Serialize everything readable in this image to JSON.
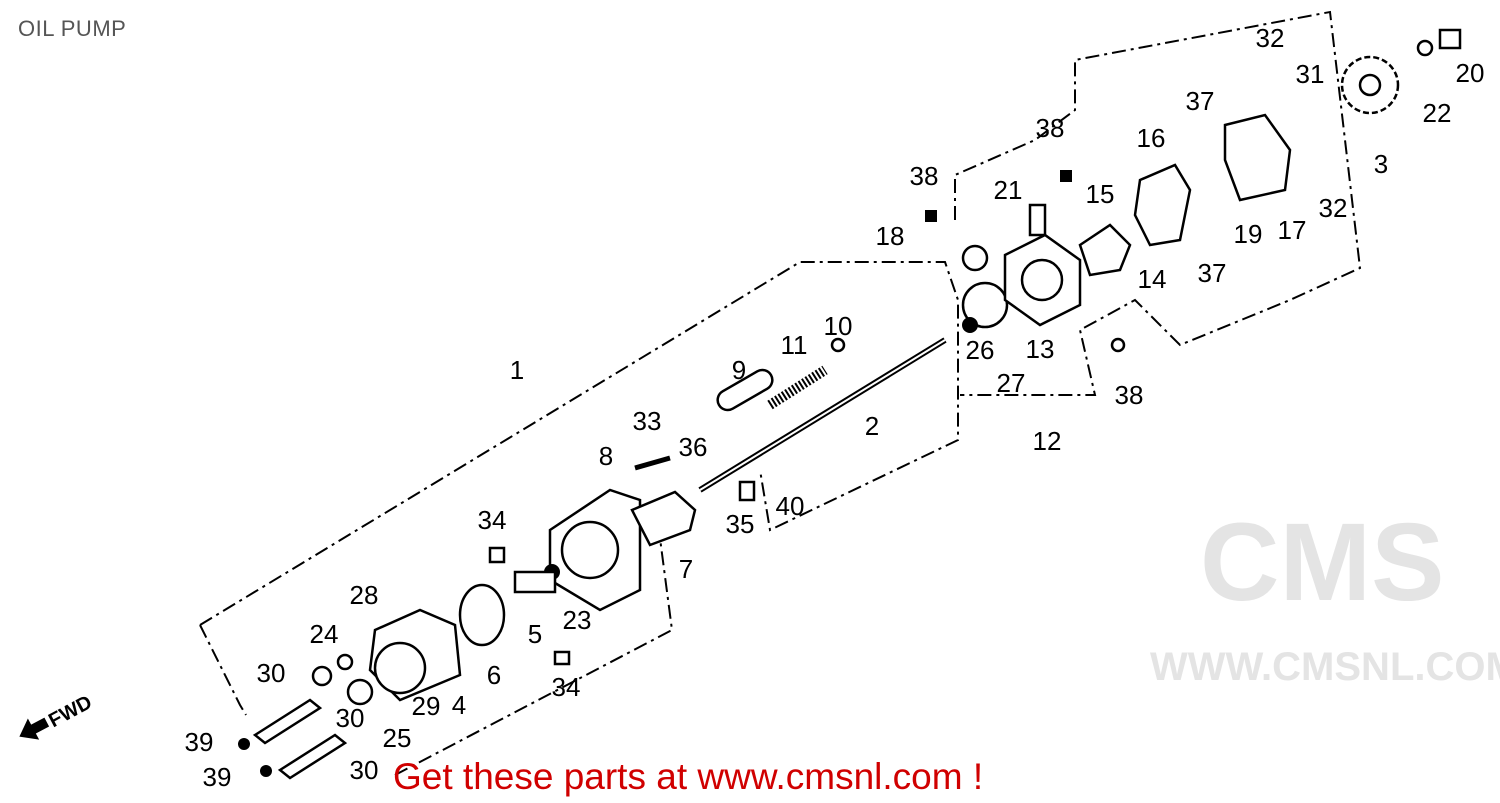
{
  "header": {
    "title": "OIL PUMP"
  },
  "watermark": {
    "brand": "CMS",
    "url": "WWW.CMSNL.COM"
  },
  "fwd_label": "FWD",
  "callouts": [
    "1",
    "2",
    "3",
    "4",
    "5",
    "6",
    "7",
    "8",
    "9",
    "10",
    "11",
    "12",
    "13",
    "14",
    "15",
    "16",
    "17",
    "18",
    "19",
    "20",
    "21",
    "22",
    "23",
    "24",
    "25",
    "26",
    "27",
    "28",
    "29",
    "30",
    "30",
    "30",
    "31",
    "32",
    "32",
    "33",
    "34",
    "34",
    "35",
    "36",
    "37",
    "37",
    "38",
    "38",
    "38",
    "39",
    "39",
    "40"
  ],
  "footer": {
    "text": "Get these parts at www.cmsnl.com !"
  }
}
